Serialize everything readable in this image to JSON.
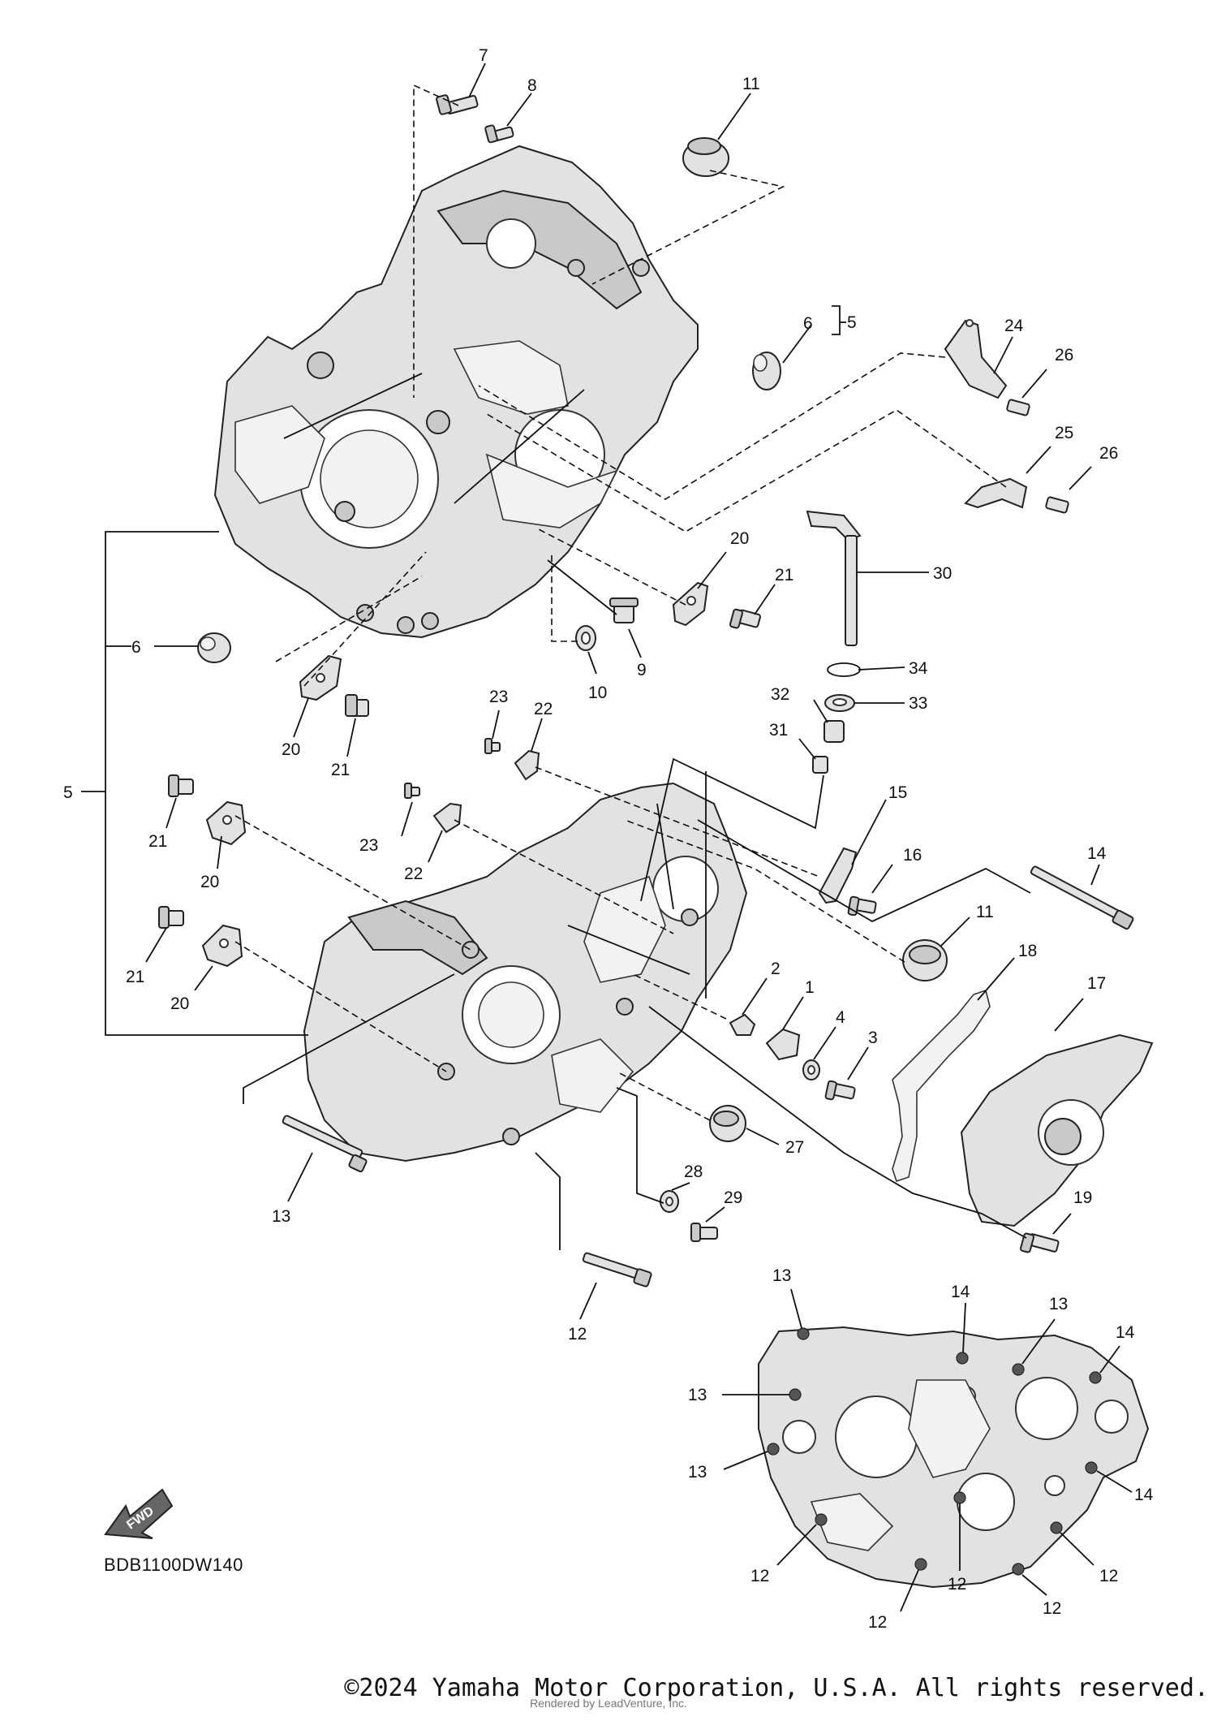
{
  "diagram": {
    "code": "BDB1100DW140",
    "fwd_label": "FWD",
    "callouts": {
      "c1": "1",
      "c2": "2",
      "c3": "3",
      "c4": "4",
      "c5a": "5",
      "c5b": "5",
      "c6a": "6",
      "c6b": "6",
      "c7": "7",
      "c8": "8",
      "c9": "9",
      "c10": "10",
      "c11a": "11",
      "c11b": "11",
      "c12a": "12",
      "c13a": "13",
      "c14a": "14",
      "c15": "15",
      "c16": "16",
      "c17": "17",
      "c18": "18",
      "c19": "19",
      "c20a": "20",
      "c20b": "20",
      "c20c": "20",
      "c20d": "20",
      "c21a": "21",
      "c21b": "21",
      "c21c": "21",
      "c21d": "21",
      "c22a": "22",
      "c22b": "22",
      "c23a": "23",
      "c23b": "23",
      "c24": "24",
      "c25": "25",
      "c26a": "26",
      "c26b": "26",
      "c27": "27",
      "c28": "28",
      "c29": "29",
      "c30": "30",
      "c31": "31",
      "c32": "32",
      "c33": "33",
      "c34": "34"
    },
    "inset_callouts": {
      "i13a": "13",
      "i13b": "13",
      "i13c": "13",
      "i13d": "13",
      "i14a": "14",
      "i14b": "14",
      "i14c": "14",
      "i12a": "12",
      "i12b": "12",
      "i12c": "12",
      "i12d": "12",
      "i12e": "12"
    }
  },
  "footer": {
    "copyright": "©2024 Yamaha Motor Corporation, U.S.A. All rights reserved.",
    "watermark": "Rendered by LeadVenture, Inc."
  }
}
